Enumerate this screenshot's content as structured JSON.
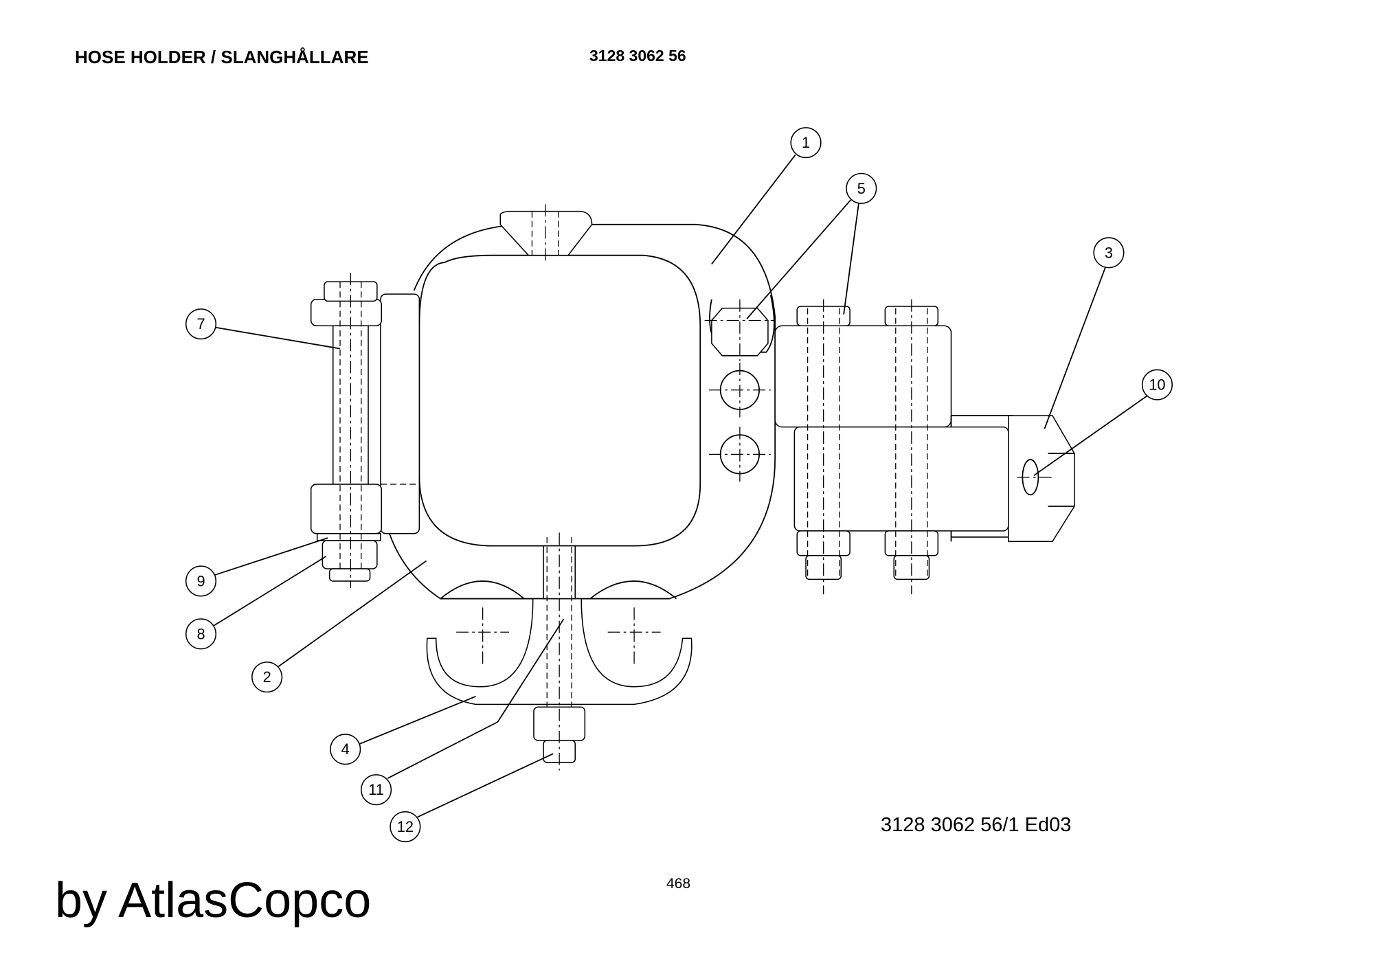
{
  "header": {
    "title": "HOSE HOLDER / SLANGHÅLLARE",
    "part_number": "3128 3062 56"
  },
  "drawing": {
    "reference": "3128 3062 56/1  Ed03",
    "callouts": [
      "1",
      "5",
      "3",
      "10",
      "7",
      "9",
      "8",
      "2",
      "4",
      "11",
      "12"
    ]
  },
  "footer": {
    "page_number": "468",
    "brand": "by AtlasCopco"
  }
}
